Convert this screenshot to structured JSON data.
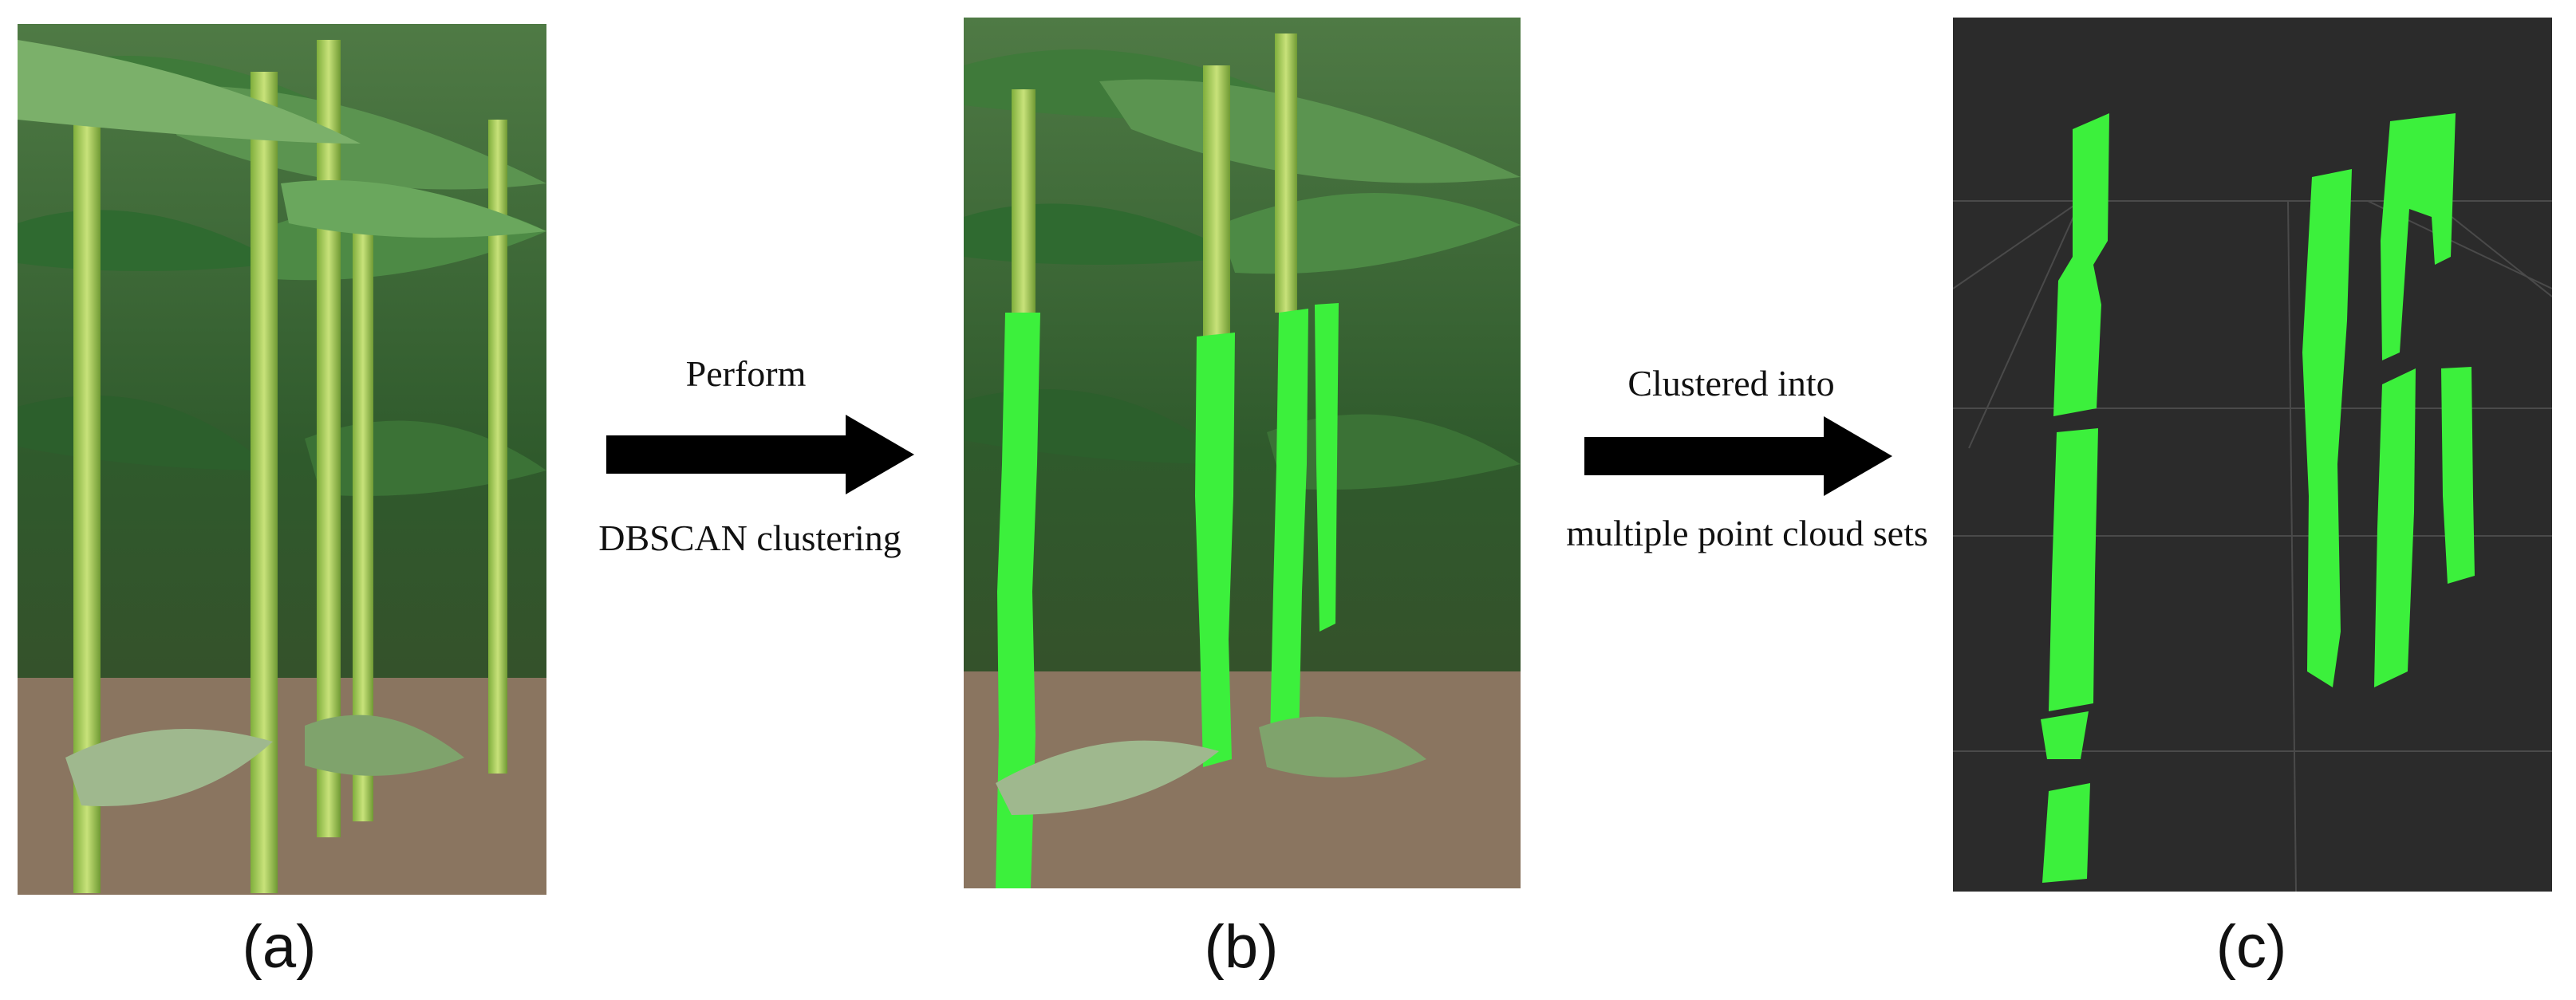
{
  "panels": {
    "a": {
      "label": "(a)"
    },
    "b": {
      "label": "(b)"
    },
    "c": {
      "label": "(c)"
    }
  },
  "arrows": {
    "first": {
      "line1": "Perform",
      "line2": "DBSCAN clustering"
    },
    "second": {
      "line1": "Clustered into",
      "line2": "multiple point cloud sets"
    }
  },
  "colors": {
    "highlight": "#3cf03c",
    "point_cloud_bg": "#2b2b2b",
    "arrow": "#000000"
  }
}
